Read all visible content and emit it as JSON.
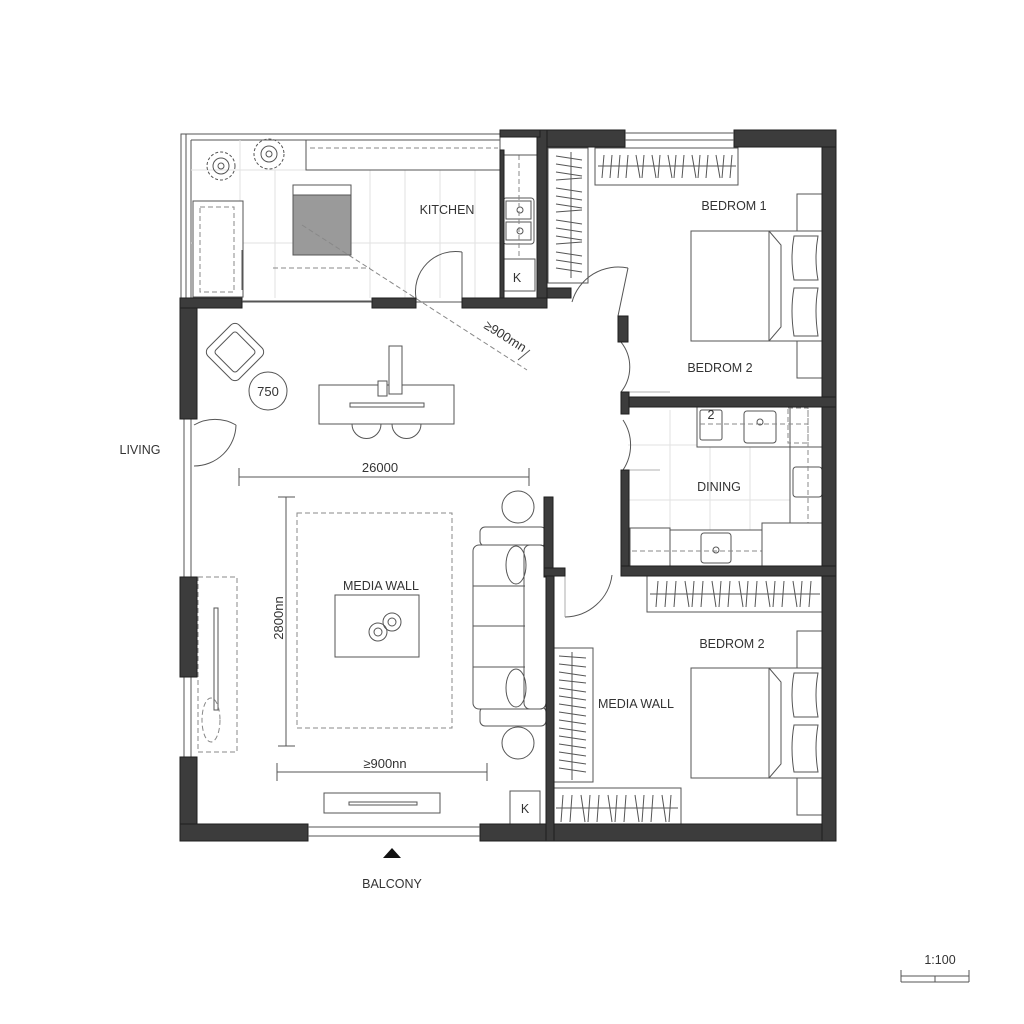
{
  "plan": {
    "rooms": {
      "kitchen": "KITCHEN",
      "bedroom_1": "BEDROM 1",
      "bedroom_2_upper": "BEDROM 2",
      "dining": "DINING",
      "living": "LIVING",
      "media_wall_living": "MEDIA WALL",
      "bedroom_2_lower": "BEDROM 2",
      "media_wall_bedroom": "MEDIA WALL",
      "balcony": "BALCONY"
    },
    "dimensions": {
      "diagonal_clearance": "≥900mn",
      "round_table": "750",
      "living_width": "26000",
      "living_height": "2800nn",
      "sofa_clearance": "≥900nn"
    },
    "symbols": {
      "kitchen_appliance": "K",
      "living_appliance": "K",
      "dining_tag": "2"
    },
    "scale": "1:100",
    "colors": {
      "wall": "#3c3c3c",
      "line": "#555555",
      "counter_fill": "#9a9a9a",
      "background": "#ffffff"
    }
  }
}
